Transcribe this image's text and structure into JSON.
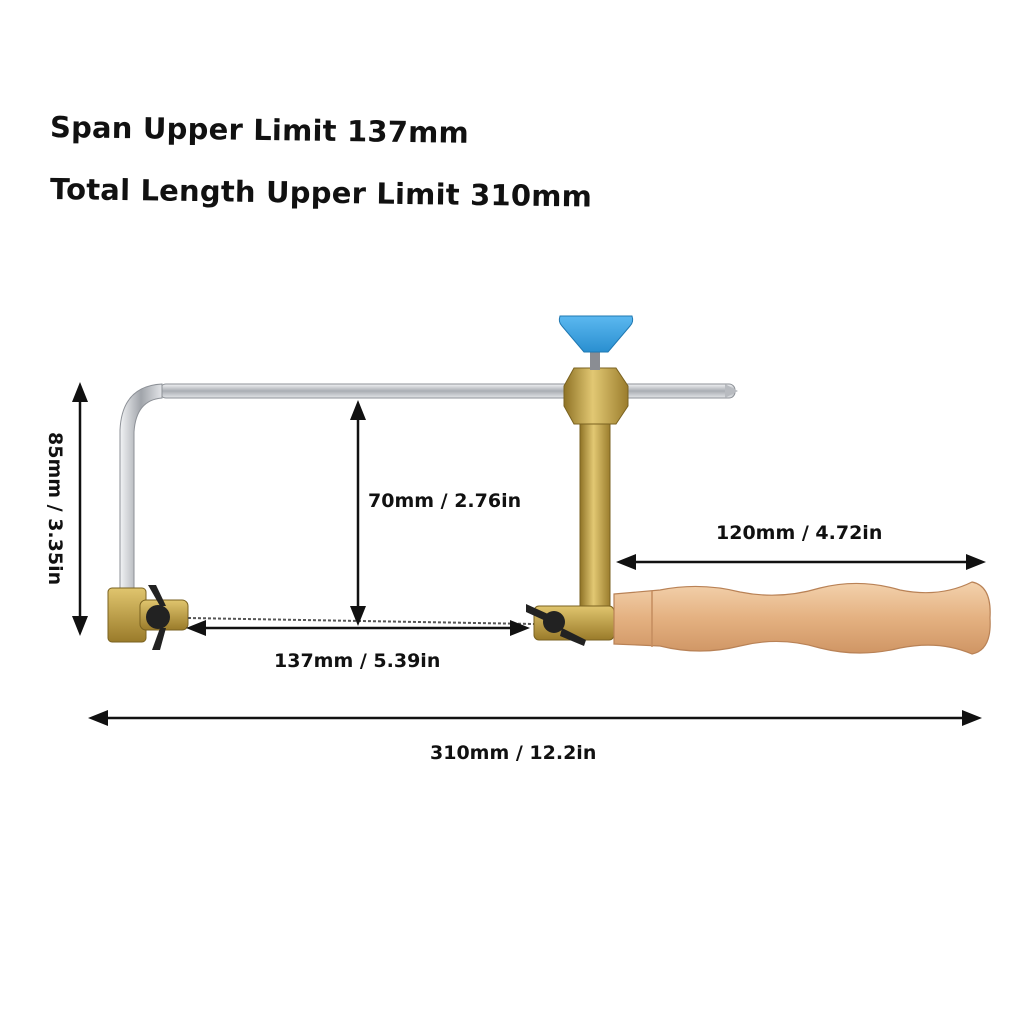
{
  "headline": {
    "span_limit": "Span Upper Limit 137mm",
    "total_limit": "Total Length Upper Limit 310mm"
  },
  "dimensions": {
    "height_outer": "85mm / 3.35in",
    "height_inner": "70mm / 2.76in",
    "handle_length": "120mm / 4.72in",
    "span": "137mm / 5.39in",
    "total_length": "310mm / 12.2in"
  },
  "colors": {
    "text": "#111111",
    "arrow": "#111111",
    "frame_steel": "#c9ccd1",
    "brass": "#c2a24a",
    "knob_blue": "#3ba3e0",
    "wood": "#e6b98a",
    "wing_nut": "#222222"
  }
}
